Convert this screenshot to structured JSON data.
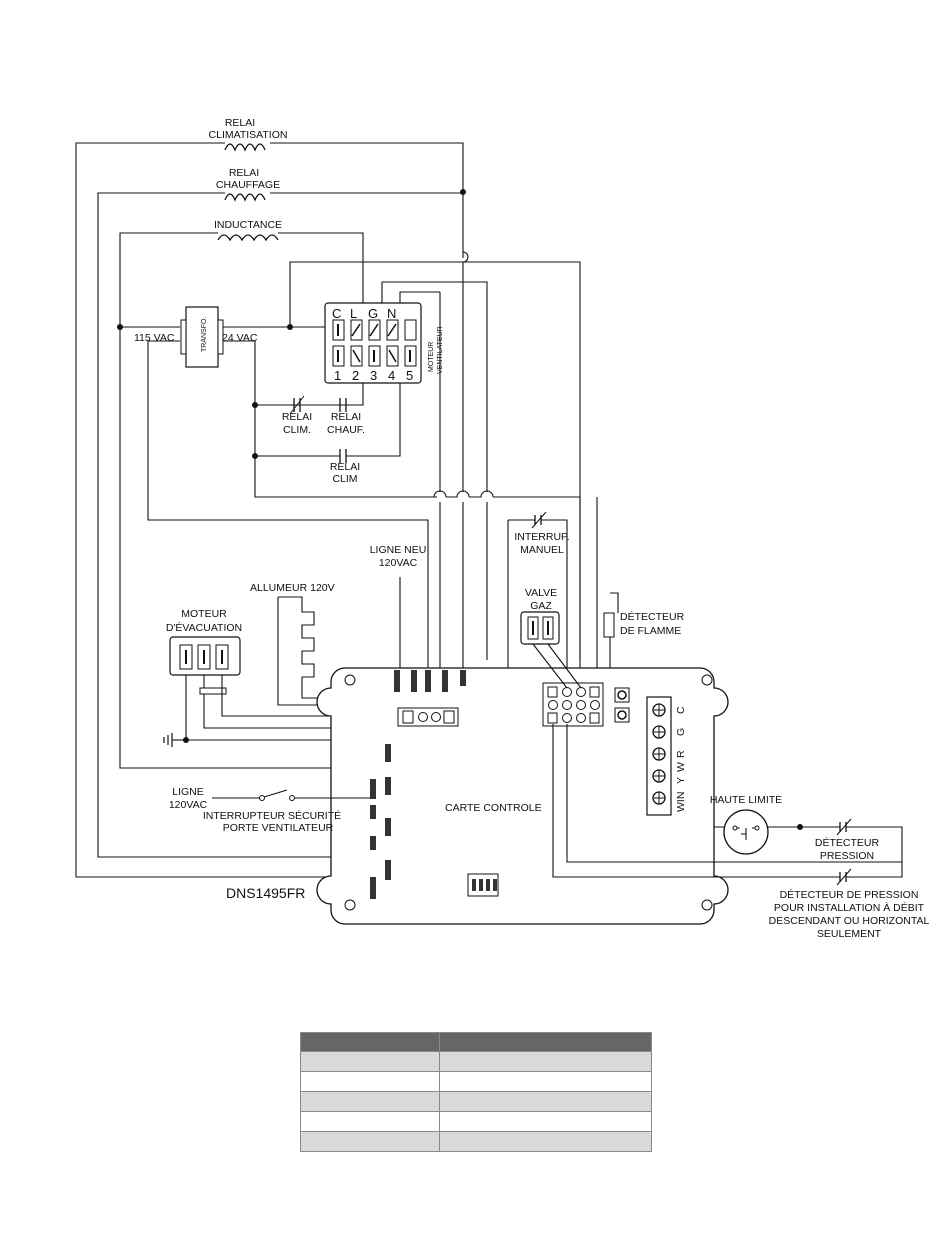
{
  "labels": {
    "relai_clim_1": "RELAI",
    "relai_clim_2": "CLIMATISATION",
    "relai_chauf_1": "RELAI",
    "relai_chauf_2": "CHAUFFAGE",
    "inductance": "INDUCTANCE",
    "vac115": "115 VAC",
    "vac24": "24 VAC",
    "transfo": "TRANSFO.",
    "fan_c": "C",
    "fan_l": "L",
    "fan_g": "G",
    "fan_n": "N",
    "fan_1": "1",
    "fan_2": "2",
    "fan_3": "3",
    "fan_4": "4",
    "fan_5": "5",
    "moteur_vent_1": "MOTEUR",
    "moteur_vent_2": "VENTILATEUR",
    "relai_clim_sw_1": "RELAI",
    "relai_clim_sw_2": "CLIM.",
    "relai_chauf_sw_1": "RELAI",
    "relai_chauf_sw_2": "CHAUF.",
    "relai_clim2_1": "RELAI",
    "relai_clim2_2": "CLIM",
    "ligne_neu_1": "LIGNE NEU",
    "ligne_neu_2": "120VAC",
    "allumeur": "ALLUMEUR 120V",
    "moteur_evac_1": "MOTEUR",
    "moteur_evac_2": "D'ÉVACUATION",
    "interrup_1": "INTERRUP.",
    "interrup_2": "MANUEL",
    "valve_1": "VALVE",
    "valve_2": "GAZ",
    "detect_flamme_1": "DÉTECTEUR",
    "detect_flamme_2": "DE FLAMME",
    "ligne_120_1": "LIGNE",
    "ligne_120_2": "120VAC",
    "interrupteur_1": "INTERRUPTEUR SÉCURITÉ",
    "interrupteur_2": "PORTE VENTILATEUR",
    "carte": "CARTE CONTROLE",
    "haute_limite": "HAUTE LIMITE",
    "detect_pression_1": "DÉTECTEUR",
    "detect_pression_2": "PRESSION",
    "model": "DNS1495FR",
    "note_1": "DÉTECTEUR DE PRESSION",
    "note_2": "POUR INSTALLATION À DÉBIT",
    "note_3": "DESCENDANT OU HORIZONTAL",
    "note_4": "SEULEMENT",
    "term_r": "R",
    "term_c": "C",
    "term_g": "G",
    "term_y": "Y",
    "term_w": "W",
    "term_win": "WIN"
  },
  "legend_table": {
    "header": [
      "",
      ""
    ],
    "rows": [
      [
        "",
        ""
      ],
      [
        "",
        ""
      ],
      [
        "",
        ""
      ],
      [
        "",
        ""
      ],
      [
        "",
        ""
      ]
    ]
  }
}
